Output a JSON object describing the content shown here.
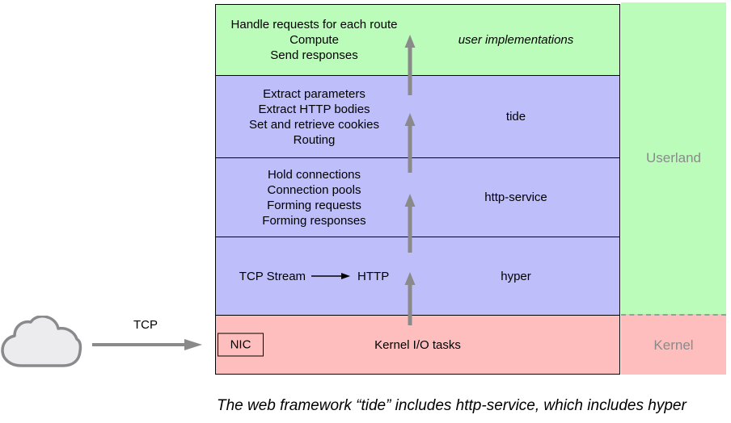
{
  "colors": {
    "userland_green": "#BBFCBB",
    "library_purple": "#BEBEFA",
    "kernel_pink": "#FFBEBE",
    "flow_arrow_gray": "#8A8A8A",
    "side_label_gray": "#8A8A8A",
    "cloud_fill": "#ECECEE",
    "cloud_stroke": "#8A8A8E"
  },
  "network": {
    "tcp_label": "TCP",
    "cloud_icon": "cloud-icon"
  },
  "stack": {
    "rows": [
      {
        "name": "user-implementations",
        "lines": [
          "Handle requests for each route",
          "Compute",
          "Send responses"
        ],
        "label": "user implementations"
      },
      {
        "name": "tide",
        "lines": [
          "Extract parameters",
          "Extract HTTP bodies",
          "Set and retrieve cookies",
          "Routing"
        ],
        "label": "tide"
      },
      {
        "name": "http-service",
        "lines": [
          "Hold connections",
          "Connection pools",
          "Forming requests",
          "Forming responses"
        ],
        "label": "http-service"
      },
      {
        "name": "hyper",
        "stream_from": "TCP Stream",
        "stream_to": "HTTP",
        "label": "hyper"
      },
      {
        "name": "kernel-io",
        "nic": "NIC",
        "task": "Kernel I/O tasks"
      }
    ]
  },
  "side_panel": {
    "userland": "Userland",
    "kernel": "Kernel"
  },
  "caption": "The web framework “tide” includes http-service, which includes hyper"
}
